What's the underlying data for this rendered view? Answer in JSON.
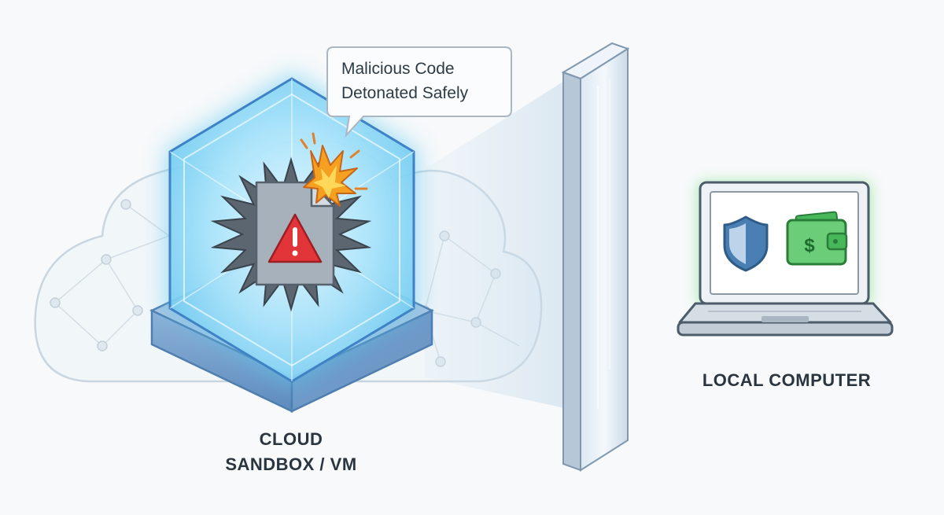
{
  "callout": {
    "line1": "Malicious Code",
    "line2": "Detonated Safely"
  },
  "labels": {
    "cloud_line1": "CLOUD",
    "cloud_line2": "SANDBOX / VM",
    "local": "LOCAL COMPUTER"
  },
  "icons": {
    "warning": "warning-triangle-icon",
    "explosion": "explosion-icon",
    "shield": "shield-icon",
    "wallet": "wallet-icon",
    "wallet_symbol": "$"
  },
  "colors": {
    "sandbox_glow": "#5cc8f0",
    "sandbox_edge": "#3f82c6",
    "warning_red": "#e2353a",
    "explosion_orange": "#f5a020",
    "safe_green": "#48b75a",
    "shield_blue": "#4a7fb4",
    "text_dark": "#2a3540"
  }
}
